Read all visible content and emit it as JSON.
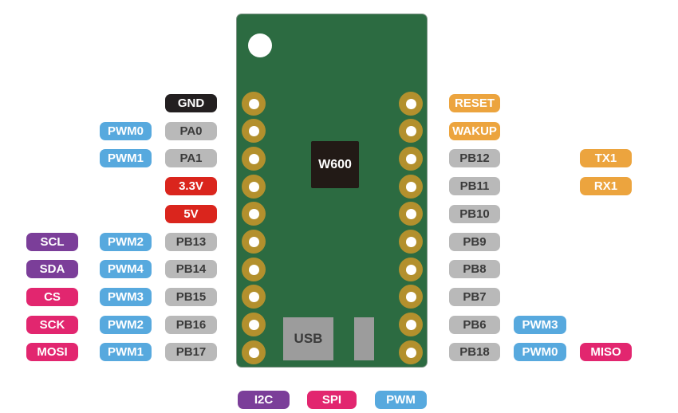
{
  "board": {
    "chip_label": "W600",
    "usb_label": "USB"
  },
  "colors": {
    "board_green": "#2c6b41",
    "pad_gold": "#b3902d",
    "gray": "#b9b9b9",
    "gray_text": "#3b3b3b",
    "black": "#231f20",
    "red": "#da251d",
    "orange": "#eca43e",
    "blue": "#57a9de",
    "purple": "#7b3e99",
    "pink": "#e2266f",
    "white": "#ffffff"
  },
  "rows": {
    "left": [
      {
        "pin": "GND",
        "pin_color": "black"
      },
      {
        "pin": "PA0",
        "pin_color": "gray",
        "pwm": "PWM0"
      },
      {
        "pin": "PA1",
        "pin_color": "gray",
        "pwm": "PWM1"
      },
      {
        "pin": "3.3V",
        "pin_color": "red"
      },
      {
        "pin": "5V",
        "pin_color": "red"
      },
      {
        "pin": "PB13",
        "pin_color": "gray",
        "pwm": "PWM2",
        "func": "SCL",
        "func_color": "purple"
      },
      {
        "pin": "PB14",
        "pin_color": "gray",
        "pwm": "PWM4",
        "func": "SDA",
        "func_color": "purple"
      },
      {
        "pin": "PB15",
        "pin_color": "gray",
        "pwm": "PWM3",
        "func": "CS",
        "func_color": "pink"
      },
      {
        "pin": "PB16",
        "pin_color": "gray",
        "pwm": "PWM2",
        "func": "SCK",
        "func_color": "pink"
      },
      {
        "pin": "PB17",
        "pin_color": "gray",
        "pwm": "PWM1",
        "func": "MOSI",
        "func_color": "pink"
      }
    ],
    "right": [
      {
        "pin": "RESET",
        "pin_color": "orange"
      },
      {
        "pin": "WAKUP",
        "pin_color": "orange"
      },
      {
        "pin": "PB12",
        "pin_color": "gray",
        "func": "TX1",
        "func_color": "orange"
      },
      {
        "pin": "PB11",
        "pin_color": "gray",
        "func": "RX1",
        "func_color": "orange"
      },
      {
        "pin": "PB10",
        "pin_color": "gray"
      },
      {
        "pin": "PB9",
        "pin_color": "gray"
      },
      {
        "pin": "PB8",
        "pin_color": "gray"
      },
      {
        "pin": "PB7",
        "pin_color": "gray"
      },
      {
        "pin": "PB6",
        "pin_color": "gray",
        "pwm": "PWM3"
      },
      {
        "pin": "PB18",
        "pin_color": "gray",
        "pwm": "PWM0",
        "func": "MISO",
        "func_color": "pink"
      }
    ]
  },
  "legend": [
    {
      "label": "I2C",
      "color": "purple"
    },
    {
      "label": "SPI",
      "color": "pink"
    },
    {
      "label": "PWM",
      "color": "blue"
    }
  ]
}
